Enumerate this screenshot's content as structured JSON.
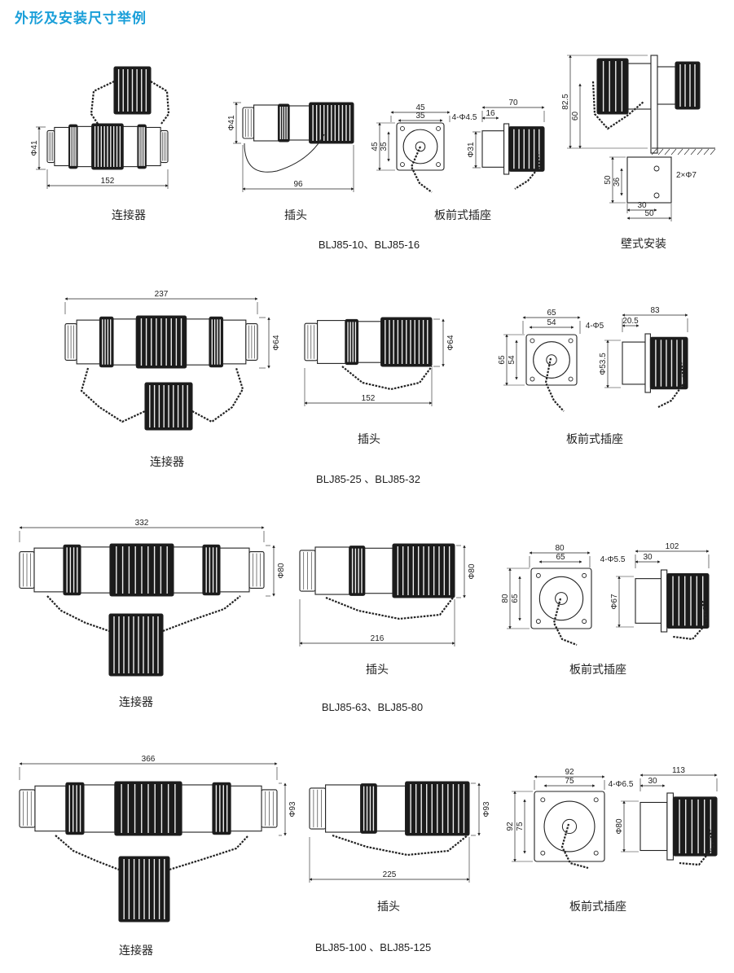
{
  "heading": "外形及安装尺寸举例",
  "labels": {
    "connector": "连接器",
    "plug": "插头",
    "panel_socket": "板前式插座",
    "wall_mount": "壁式安装"
  },
  "rows": [
    {
      "model": "BLJ85-10、BLJ85-16",
      "connector": {
        "length": "152",
        "dia": "Φ41"
      },
      "plug": {
        "length": "96",
        "dia": "Φ41"
      },
      "socket": {
        "outer": "45",
        "inner": "35",
        "holes": "4-Φ4.5",
        "side_len": "70",
        "flange": "16",
        "body_dia": "Φ31"
      },
      "wall": {
        "h1": "82.5",
        "h2": "60",
        "b1": "50",
        "b2": "36",
        "holes": "2×Φ7",
        "w1": "30",
        "w2": "50"
      }
    },
    {
      "model": "BLJ85-25 、BLJ85-32",
      "connector": {
        "length": "237",
        "dia": "Φ64"
      },
      "plug": {
        "length": "152",
        "dia": "Φ64"
      },
      "socket": {
        "outer": "65",
        "inner": "54",
        "holes": "4-Φ5",
        "side_len": "83",
        "flange": "20.5",
        "body_dia": "Φ53.5"
      }
    },
    {
      "model": "BLJ85-63、BLJ85-80",
      "connector": {
        "length": "332",
        "dia": "Φ80"
      },
      "plug": {
        "length": "216",
        "dia": "Φ80"
      },
      "socket": {
        "outer": "80",
        "inner": "65",
        "holes": "4-Φ5.5",
        "side_len": "102",
        "flange": "30",
        "body_dia": "Φ67"
      }
    },
    {
      "model": "BLJ85-100 、BLJ85-125",
      "connector": {
        "length": "366",
        "dia": "Φ93"
      },
      "plug": {
        "length": "225",
        "dia": "Φ93"
      },
      "socket": {
        "outer": "92",
        "inner": "75",
        "holes": "4-Φ6.5",
        "side_len": "113",
        "flange": "30",
        "body_dia": "Φ80"
      }
    }
  ]
}
